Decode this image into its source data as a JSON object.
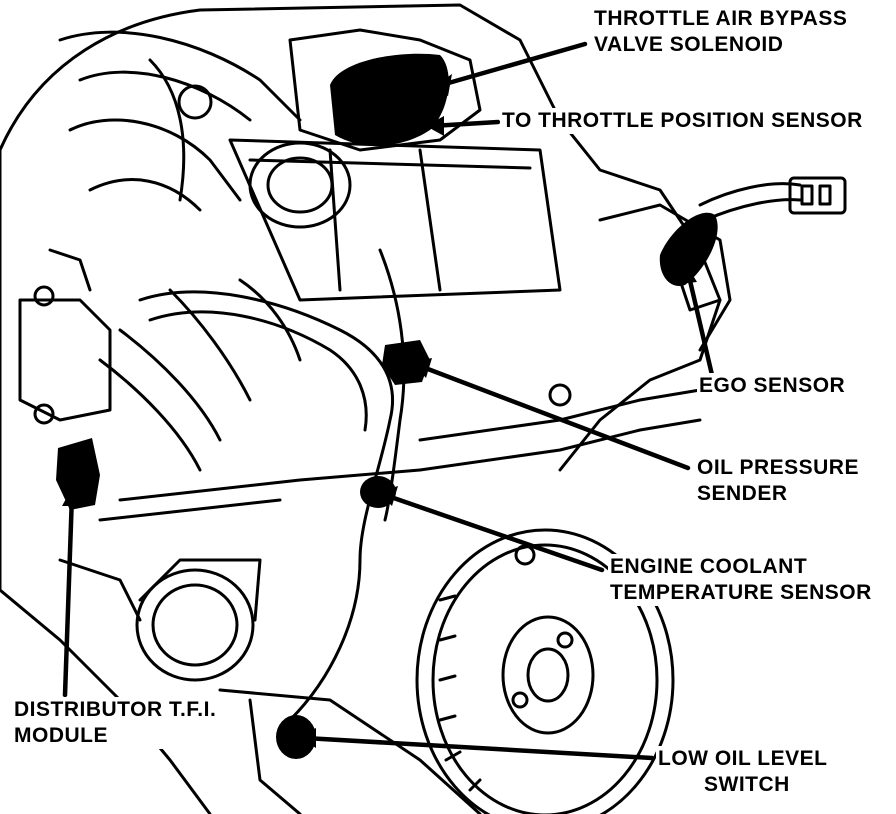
{
  "diagram": {
    "labels": {
      "throttle_bypass": [
        "THROTTLE AIR BYPASS",
        "VALVE SOLENOID"
      ],
      "throttle_position": [
        "TO THROTTLE POSITION SENSOR"
      ],
      "ego_sensor": [
        "EGO SENSOR"
      ],
      "oil_pressure": [
        "OIL PRESSURE",
        "SENDER"
      ],
      "coolant_temp": [
        "ENGINE COOLANT",
        "TEMPERATURE SENSOR"
      ],
      "distributor": [
        "DISTRIBUTOR T.F.I.",
        "MODULE"
      ],
      "low_oil": [
        "LOW OIL LEVEL",
        "SWITCH"
      ]
    }
  },
  "colors": {
    "ink": "#000000",
    "paper": "#ffffff"
  }
}
